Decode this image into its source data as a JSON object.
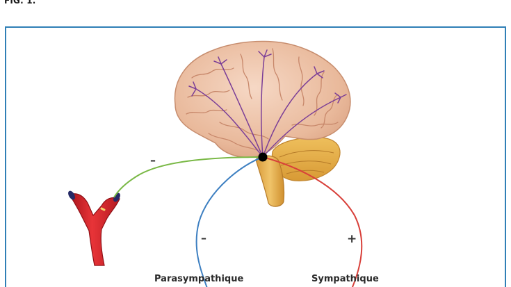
{
  "figure": {
    "label": "FIG. 1.",
    "pathways": [
      {
        "id": "vascular",
        "sign": "–",
        "color": "#79b845"
      },
      {
        "id": "parasympathetic",
        "label": "Parasympathique",
        "sign": "–",
        "color": "#3d7fc1"
      },
      {
        "id": "sympathetic",
        "label": "Sympathique",
        "sign": "+",
        "color": "#d8403a"
      }
    ],
    "colors": {
      "frame": "#2f7fb6",
      "brain": "#e9b99b",
      "brain_outline": "#c78d6e",
      "cerebellum": "#e3ad45",
      "neuron_fibers": "#7b3e97",
      "vessel": "#d9262b",
      "nucleus": "#000000"
    }
  }
}
